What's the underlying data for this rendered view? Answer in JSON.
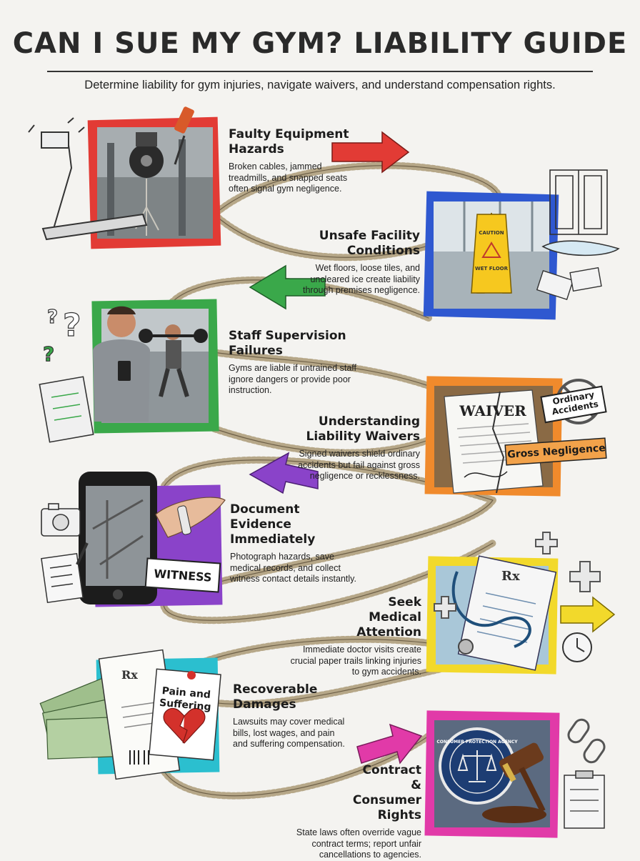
{
  "page": {
    "title": "CAN I SUE MY GYM? LIABILITY GUIDE",
    "subtitle": "Determine liability for gym injuries, navigate waivers, and understand compensation rights."
  },
  "sections": [
    {
      "title": "Faulty Equipment Hazards",
      "text": "Broken cables, jammed treadmills, and snapped seats often signal gym negligence.",
      "frame_color": "#e23b35"
    },
    {
      "title": "Unsafe Facility Conditions",
      "text": "Wet floors, loose tiles, and uncleared ice create liability through premises negligence.",
      "frame_color": "#2f58d0"
    },
    {
      "title": "Staff Supervision Failures",
      "text": "Gyms are liable if untrained staff ignore dangers or provide poor instruction.",
      "frame_color": "#3aa84a"
    },
    {
      "title": "Understanding Liability Waivers",
      "text": "Signed waivers shield ordinary accidents but fail against gross negligence or recklessness.",
      "frame_color": "#f08a2c"
    },
    {
      "title": "Document Evidence Immediately",
      "text": "Photograph hazards, save medical records, and collect witness contact details instantly.",
      "frame_color": "#8a43c9"
    },
    {
      "title": "Seek Medical Attention",
      "text": "Immediate doctor visits create crucial paper trails linking injuries to gym accidents.",
      "frame_color": "#f2d92b"
    },
    {
      "title": "Recoverable Damages",
      "text": "Lawsuits may cover medical bills, lost wages, and pain and suffering compensation.",
      "frame_color": "#2bbfcf"
    },
    {
      "title": "Contract & Consumer Rights",
      "text": "State laws often override vague contract terms; report unfair cancellations to agencies.",
      "frame_color": "#e13aa8"
    }
  ],
  "labels": {
    "caution": "CAUTION",
    "wet_floor": "WET FLOOR",
    "waiver": "WAIVER",
    "ordinary_accidents": "Ordinary Accidents",
    "gross_negligence": "Gross Negligence",
    "witness": "WITNESS",
    "rx": "Rx",
    "pain_and_suffering": "Pain and Suffering",
    "agency_seal": "CONSUMER PROTECTION AGENCY"
  }
}
